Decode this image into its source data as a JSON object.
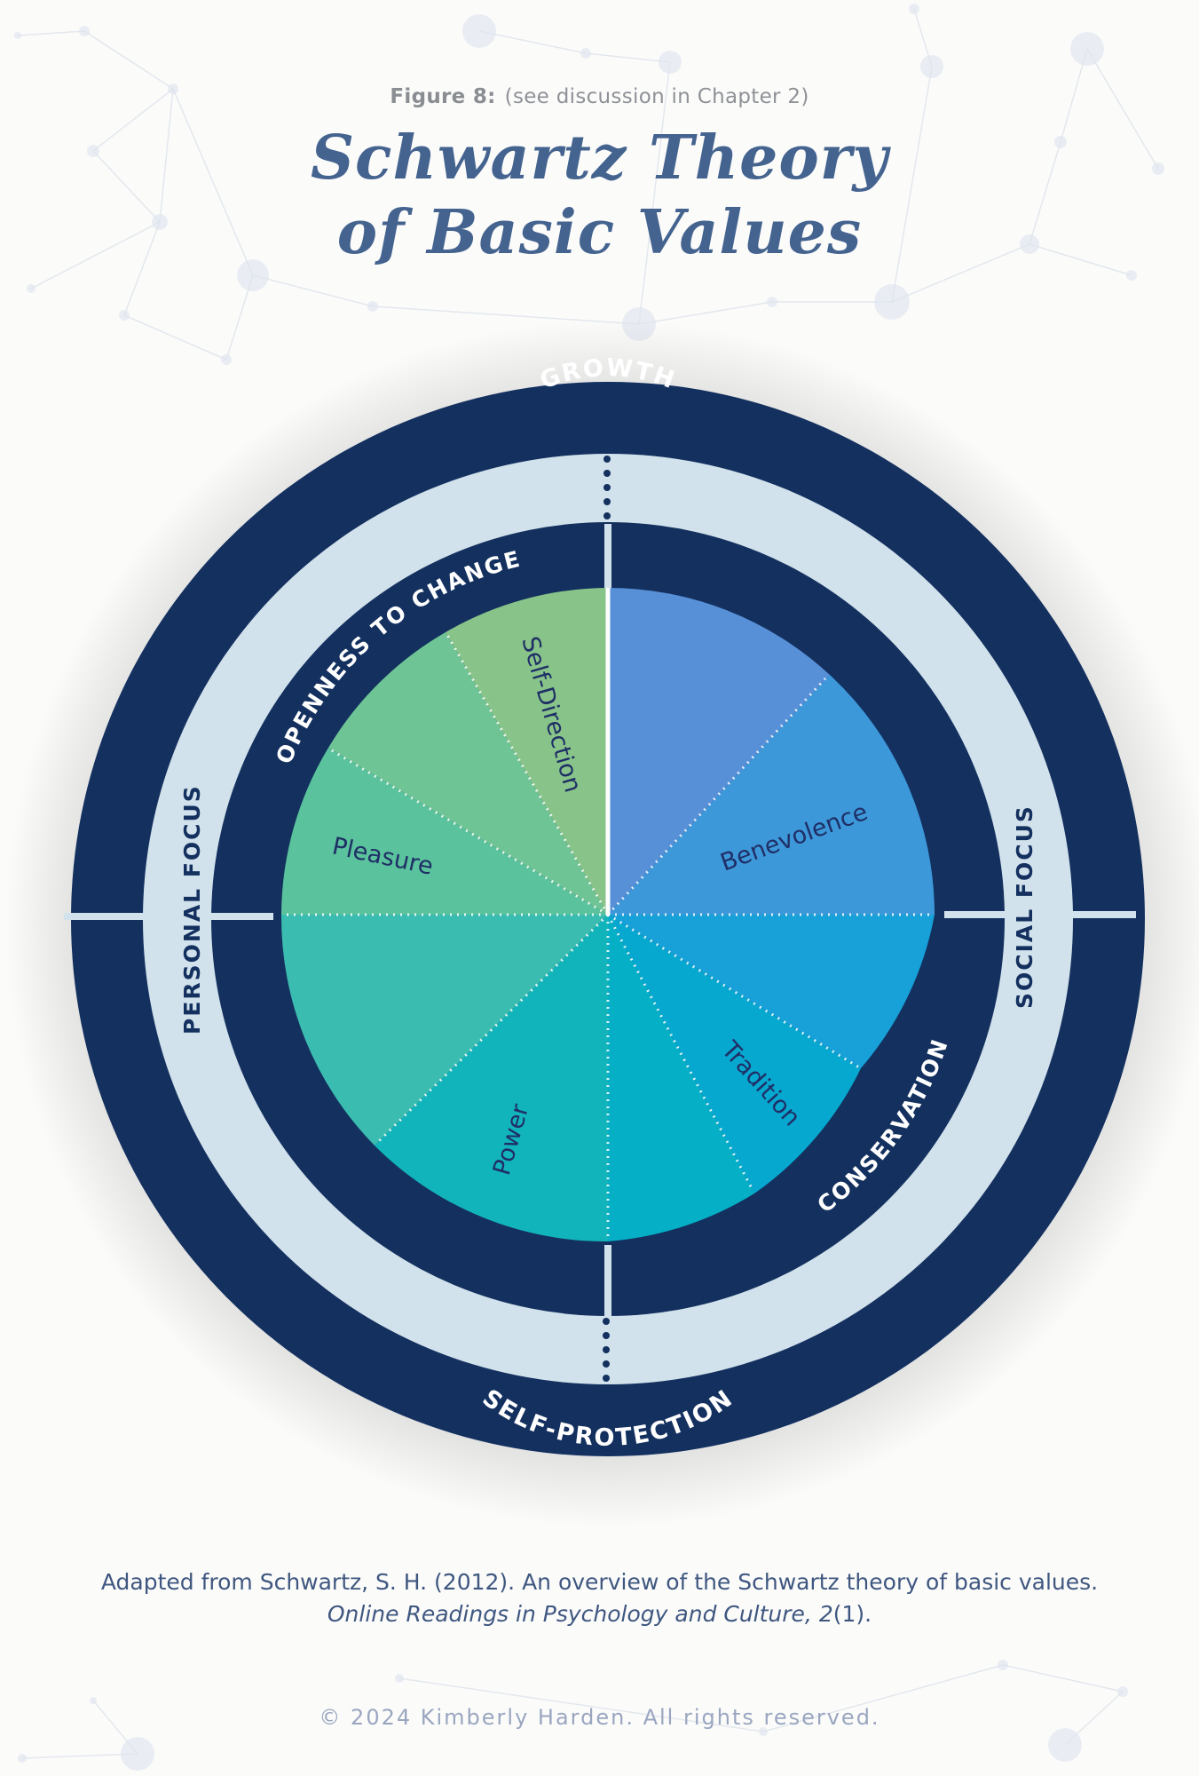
{
  "figure": {
    "label": "Figure 8:",
    "caption": "(see discussion in Chapter 2)"
  },
  "title": {
    "line1": "Schwartz Theory",
    "line2": "of Basic Values"
  },
  "outer_ring": {
    "top": "GROWTH",
    "bottom": "SELF-PROTECTION",
    "left": "PERSONAL FOCUS",
    "right": "SOCIAL FOCUS"
  },
  "inner_ring": {
    "upper_left": "OPENNESS TO CHANGE",
    "lower_right": "CONSERVATION"
  },
  "values": {
    "self_direction": "Self-Direction",
    "pleasure": "Pleasure",
    "benevolence": "Benevolence",
    "tradition": "Tradition",
    "power": "Power"
  },
  "colors": {
    "navy": "#13305f",
    "light_ring": "#d2e2ec",
    "title": "#44638f",
    "label_text": "#1f2f66"
  },
  "citation": {
    "part1": "Adapted from Schwartz, S. H. (2012). An overview of the Schwartz theory of basic values. ",
    "journal": "Online Readings in Psychology and Culture, 2",
    "part2": "(1)."
  },
  "copyright": "© 2024 Kimberly Harden. All rights reserved."
}
